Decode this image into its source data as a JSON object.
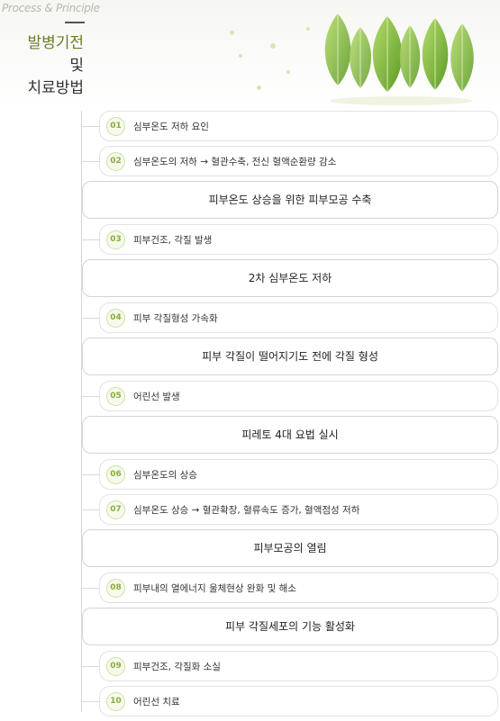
{
  "header": {
    "subtitle": "Process & Principle",
    "title_lines": [
      "발병기전",
      "및",
      "치료방법"
    ]
  },
  "items": [
    {
      "num": "01",
      "text": "심부온도 저하 요인"
    },
    {
      "num": "02",
      "text": "심부온도의 저하  →  혈관수축, 전신 혈액순환량 감소"
    },
    {
      "num": "03",
      "text": "피부건조, 각질 발생"
    },
    {
      "num": "04",
      "text": "피부 각질형성 가속화"
    },
    {
      "num": "05",
      "text": "어린선 발생"
    },
    {
      "num": "06",
      "text": "심부온도의 상승"
    },
    {
      "num": "07",
      "text": "심부온도 상승 → 혈관확장, 혈류속도 증가, 혈액점성 저하"
    },
    {
      "num": "08",
      "text": "피부내의 열에너지 울체현상 완화 및 해소"
    },
    {
      "num": "09",
      "text": "피부건조, 각질화 소실"
    },
    {
      "num": "10",
      "text": "어린선 치료"
    }
  ],
  "boxes": [
    "피부온도 상승을 위한 피부모공 수축",
    "2차 심부온도 저하",
    "피부 각질이 떨어지기도 전에 각질 형성",
    "피레토 4대 요법 실시",
    "피부모공의 열림",
    "피부 각질세포의 기능 활성화"
  ],
  "colors": {
    "accent": "#8aad3c",
    "title_accent": "#6b7a2a",
    "leaf": "#7fb63a"
  }
}
